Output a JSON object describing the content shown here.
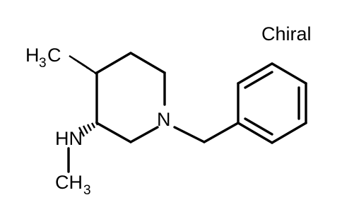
{
  "chiral_label": "Chiral",
  "atoms": {
    "methyl_top": {
      "main": "H",
      "sub": "3",
      "tail": "C"
    },
    "ring_nitrogen": "N",
    "amine_nh": "HN",
    "methyl_bottom": {
      "main": "CH",
      "sub": "3"
    }
  }
}
